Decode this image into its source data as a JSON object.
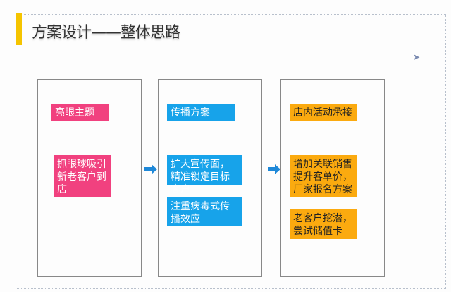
{
  "slide": {
    "title": "方案设计——整体思路"
  },
  "columns": [
    {
      "items": [
        "亮眼主题",
        "抓眼球吸引新老客户到店"
      ]
    },
    {
      "items": [
        "传播方案",
        "扩大宣传面，精准锁定目标客户",
        "注重病毒式传播效应"
      ]
    },
    {
      "items": [
        "店内活动承接",
        "增加关联销售提升客单价，厂家报名方案",
        "老客户挖潜，尝试储值卡"
      ]
    }
  ],
  "colors": {
    "pink": "#f1417f",
    "blue": "#17a3ea",
    "orange": "#fbaa0f",
    "accent": "#f5c400"
  }
}
